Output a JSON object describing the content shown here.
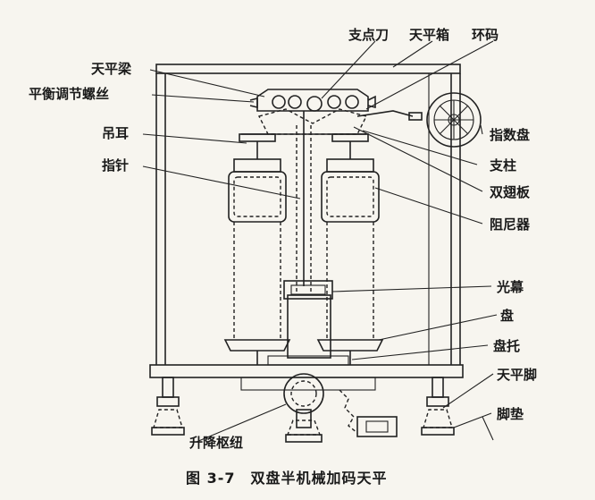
{
  "labels": {
    "fulcrum_knife": "支点刀",
    "balance_box": "天平箱",
    "ring_weight": "环码",
    "beam": "天平梁",
    "balance_adjust_nut": "平衡调节螺丝",
    "hanging_ear": "吊耳",
    "pointer": "指针",
    "index_dial": "指数盘",
    "pillar": "支柱",
    "pan_plate": "双翅板",
    "damper": "阻尼器",
    "screen": "光幕",
    "pan": "盘",
    "pan_support": "盘托",
    "balance_foot": "天平脚",
    "foot_pad": "脚垫",
    "lift_knob": "升降枢纽"
  },
  "caption": "图 3-7　双盘半机械加码天平"
}
